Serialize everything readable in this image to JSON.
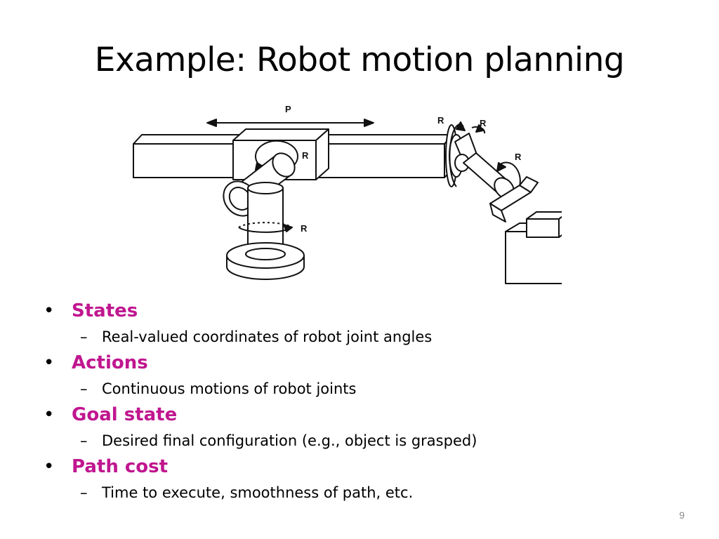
{
  "slide": {
    "title": "Example: Robot motion planning",
    "page_number": "9",
    "accent_color": "#c0168f"
  },
  "figure": {
    "labels": {
      "prismatic": "P",
      "revolute_base": "R",
      "revolute_shoulder": "R",
      "revolute_wrist_1": "R",
      "revolute_wrist_2": "R",
      "revolute_wrist_3": "R"
    }
  },
  "bullets": [
    {
      "label": "States",
      "marker": "•",
      "sub": "Real-valued coordinates of robot joint angles",
      "sub_marker": "–"
    },
    {
      "label": "Actions",
      "marker": "•",
      "sub": "Continuous motions of robot joints",
      "sub_marker": "–"
    },
    {
      "label": "Goal state",
      "marker": "•",
      "sub": "Desired final configuration (e.g., object is grasped)",
      "sub_marker": "–"
    },
    {
      "label": "Path cost",
      "marker": "•",
      "sub": "Time to execute, smoothness of path, etc.",
      "sub_marker": "–"
    }
  ]
}
